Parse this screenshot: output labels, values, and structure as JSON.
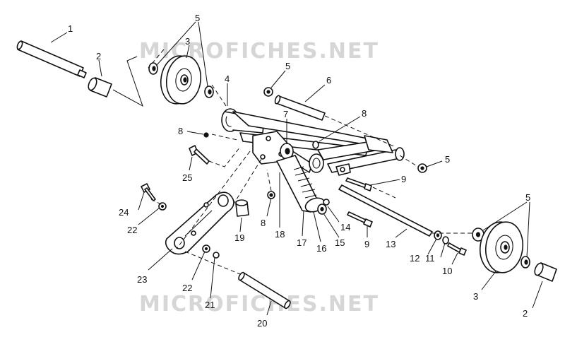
{
  "watermark": "MICROFICHES.NET",
  "callouts": [
    {
      "id": "c1",
      "text": "1"
    },
    {
      "id": "c2a",
      "text": "2"
    },
    {
      "id": "c3a",
      "text": "3"
    },
    {
      "id": "c5a",
      "text": "5"
    },
    {
      "id": "c4",
      "text": "4"
    },
    {
      "id": "c5b",
      "text": "5"
    },
    {
      "id": "c6",
      "text": "6"
    },
    {
      "id": "c7",
      "text": "7"
    },
    {
      "id": "c8a",
      "text": "8"
    },
    {
      "id": "c8b",
      "text": "8"
    },
    {
      "id": "c25",
      "text": "25"
    },
    {
      "id": "c5c",
      "text": "5"
    },
    {
      "id": "c9a",
      "text": "9"
    },
    {
      "id": "c24",
      "text": "24"
    },
    {
      "id": "c22a",
      "text": "22"
    },
    {
      "id": "c8c",
      "text": "8"
    },
    {
      "id": "c19",
      "text": "19"
    },
    {
      "id": "c18",
      "text": "18"
    },
    {
      "id": "c14",
      "text": "14"
    },
    {
      "id": "c9b",
      "text": "9"
    },
    {
      "id": "c17",
      "text": "17"
    },
    {
      "id": "c16",
      "text": "16"
    },
    {
      "id": "c15",
      "text": "15"
    },
    {
      "id": "c13",
      "text": "13"
    },
    {
      "id": "c12",
      "text": "12"
    },
    {
      "id": "c11",
      "text": "11"
    },
    {
      "id": "c10",
      "text": "10"
    },
    {
      "id": "c5d",
      "text": "5"
    },
    {
      "id": "c3b",
      "text": "3"
    },
    {
      "id": "c2b",
      "text": "2"
    },
    {
      "id": "c23",
      "text": "23"
    },
    {
      "id": "c22b",
      "text": "22"
    },
    {
      "id": "c21",
      "text": "21"
    },
    {
      "id": "c20",
      "text": "20"
    }
  ]
}
